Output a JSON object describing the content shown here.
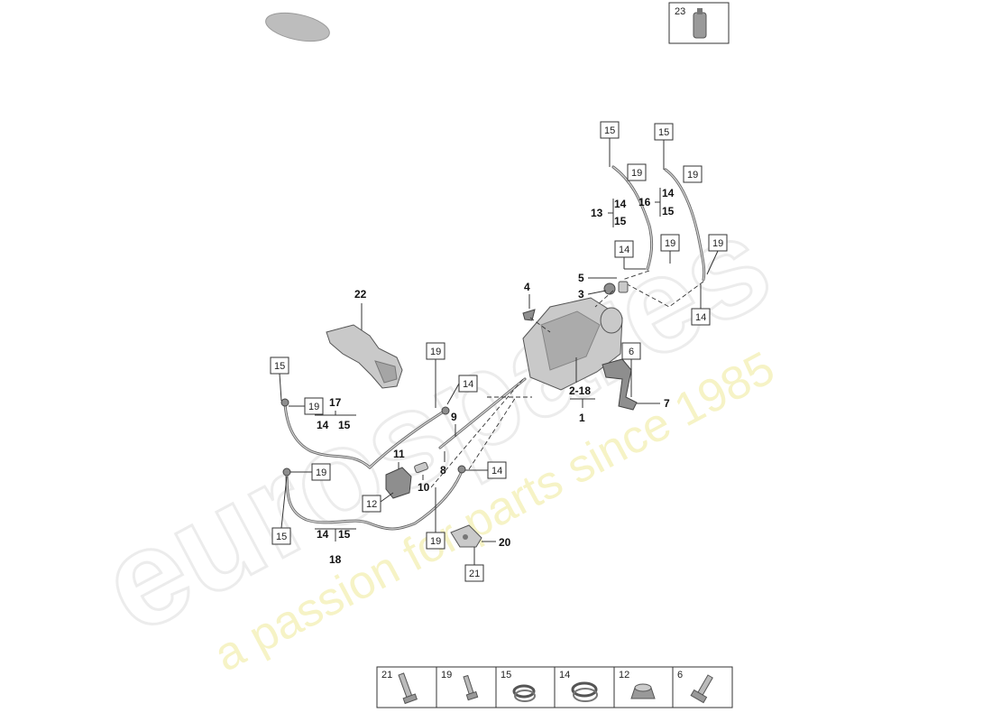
{
  "watermark": {
    "logo": "eurospares",
    "tagline": "a passion for parts since 1985"
  },
  "labels": {
    "l1": "1",
    "l2_18": "2-18",
    "l3": "3",
    "l4": "4",
    "l5": "5",
    "l6": "6",
    "l7": "7",
    "l8": "8",
    "l9": "9",
    "l10": "10",
    "l11": "11",
    "l12": "12",
    "l13": "13",
    "l14": "14",
    "l15": "15",
    "l16": "16",
    "l17": "17",
    "l18": "18",
    "l19": "19",
    "l20": "20",
    "l21": "21",
    "l22": "22",
    "l23": "23"
  },
  "legend": {
    "items": [
      {
        "number": "21",
        "icon": "bolt-flange-icon"
      },
      {
        "number": "19",
        "icon": "bolt-small-icon"
      },
      {
        "number": "15",
        "icon": "seal-ring-icon"
      },
      {
        "number": "14",
        "icon": "seal-ring-icon"
      },
      {
        "number": "12",
        "icon": "bushing-icon"
      },
      {
        "number": "6",
        "icon": "bolt-flange-icon"
      }
    ]
  },
  "colors": {
    "line": "#333333",
    "part": "#c9c9c9",
    "watermark_logo": "#ececec",
    "watermark_tag": "#f4f1b8"
  }
}
